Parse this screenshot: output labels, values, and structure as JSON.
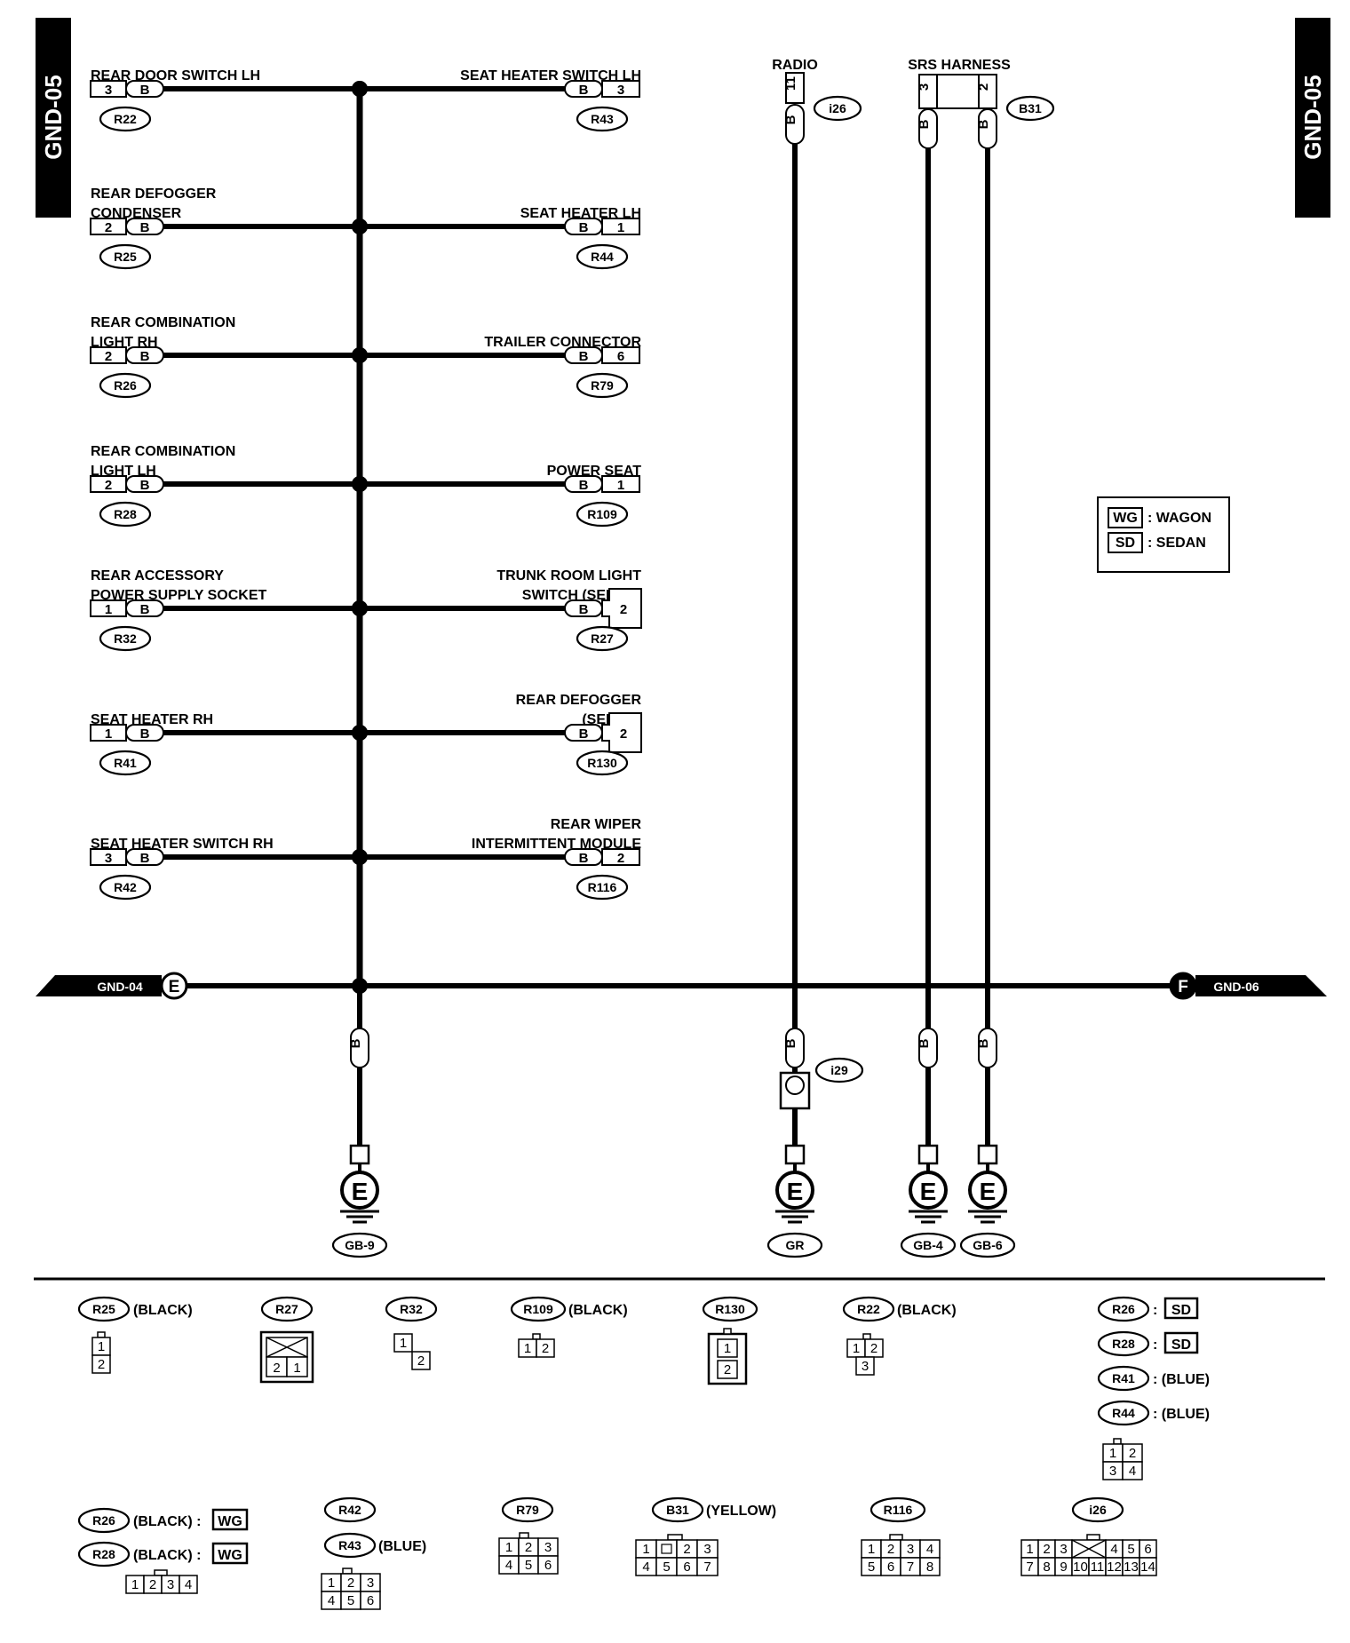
{
  "page": {
    "code": "GND-05",
    "color_wire": "B"
  },
  "bus_connections": {
    "gnd04": "GND-04",
    "gnd04_letter": "E",
    "gnd06": "GND-06",
    "gnd06_letter": "F"
  },
  "left_components": [
    {
      "name_lines": [
        "REAR DOOR SWITCH LH"
      ],
      "pin": "3",
      "wire": "B",
      "connector": "R22"
    },
    {
      "name_lines": [
        "REAR DEFOGGER",
        "CONDENSER"
      ],
      "pin": "2",
      "wire": "B",
      "connector": "R25"
    },
    {
      "name_lines": [
        "REAR COMBINATION",
        "LIGHT RH"
      ],
      "pin": "2",
      "wire": "B",
      "connector": "R26"
    },
    {
      "name_lines": [
        "REAR COMBINATION",
        "LIGHT LH"
      ],
      "pin": "2",
      "wire": "B",
      "connector": "R28"
    },
    {
      "name_lines": [
        "REAR ACCESSORY",
        "POWER SUPPLY SOCKET"
      ],
      "pin": "1",
      "wire": "B",
      "connector": "R32"
    },
    {
      "name_lines": [
        "SEAT HEATER RH"
      ],
      "pin": "1",
      "wire": "B",
      "connector": "R41"
    },
    {
      "name_lines": [
        "SEAT HEATER SWITCH RH"
      ],
      "pin": "3",
      "wire": "B",
      "connector": "R42"
    }
  ],
  "right_components": [
    {
      "name_lines": [
        "SEAT HEATER SWITCH LH"
      ],
      "pin": "3",
      "wire": "B",
      "connector": "R43"
    },
    {
      "name_lines": [
        "SEAT HEATER LH"
      ],
      "pin": "1",
      "wire": "B",
      "connector": "R44"
    },
    {
      "name_lines": [
        "TRAILER CONNECTOR"
      ],
      "pin": "6",
      "wire": "B",
      "connector": "R79"
    },
    {
      "name_lines": [
        "POWER SEAT"
      ],
      "pin": "1",
      "wire": "B",
      "connector": "R109"
    },
    {
      "name_lines": [
        "TRUNK ROOM LIGHT",
        "SWITCH (SEDAN)"
      ],
      "pin": "2",
      "wire": "B",
      "connector": "R27"
    },
    {
      "name_lines": [
        "REAR DEFOGGER",
        "(SEDAN)"
      ],
      "pin": "2",
      "wire": "B",
      "connector": "R130"
    },
    {
      "name_lines": [
        "REAR WIPER",
        "INTERMITTENT MODULE"
      ],
      "pin": "2",
      "wire": "B",
      "connector": "R116"
    }
  ],
  "top_components": {
    "radio": {
      "name": "RADIO",
      "pin": "11",
      "wire": "B",
      "connector": "i26"
    },
    "srs": {
      "name": "SRS HARNESS",
      "pins": [
        "3",
        "2"
      ],
      "wire": "B",
      "connector": "B31"
    }
  },
  "grounds": [
    {
      "wire": "B",
      "symbol": "E",
      "label": "GB-9"
    },
    {
      "wire": "B",
      "symbol": "E",
      "label": "GR",
      "inline_connector": "i29"
    },
    {
      "wire": "B",
      "symbol": "E",
      "label": "GB-4"
    },
    {
      "wire": "B",
      "symbol": "E",
      "label": "GB-6"
    }
  ],
  "legend": [
    {
      "code": "WG",
      "text": ": WAGON"
    },
    {
      "code": "SD",
      "text": ": SEDAN"
    }
  ],
  "connector_views": {
    "r25": {
      "id": "R25",
      "note": "(BLACK)",
      "pins": [
        "1",
        "2"
      ]
    },
    "r27": {
      "id": "R27",
      "pins": [
        "2",
        "1"
      ]
    },
    "r32": {
      "id": "R32",
      "pins": [
        "1",
        "2"
      ]
    },
    "r109": {
      "id": "R109",
      "note": "(BLACK)",
      "pins": [
        "1",
        "2"
      ]
    },
    "r130": {
      "id": "R130",
      "pins": [
        "1",
        "2"
      ]
    },
    "r22": {
      "id": "R22",
      "note": "(BLACK)",
      "pins": [
        "1",
        "2",
        "3"
      ]
    },
    "group_4pin": {
      "items": [
        {
          "id": "R26",
          "sep": ":",
          "note": "SD",
          "boxed": true
        },
        {
          "id": "R28",
          "sep": ":",
          "note": "SD",
          "boxed": true
        },
        {
          "id": "R41",
          "sep": ": (BLUE)",
          "note": "",
          "boxed": false
        },
        {
          "id": "R44",
          "sep": ": (BLUE)",
          "note": "",
          "boxed": false
        }
      ],
      "pins": [
        "1",
        "2",
        "3",
        "4"
      ]
    },
    "group_wg": {
      "items": [
        {
          "id": "R26",
          "note": "(BLACK) :",
          "tag": "WG"
        },
        {
          "id": "R28",
          "note": "(BLACK) :",
          "tag": "WG"
        }
      ],
      "pins": [
        "1",
        "2",
        "3",
        "4"
      ]
    },
    "group_6pin": {
      "ids": [
        "R42",
        "R43"
      ],
      "note": "(BLUE)",
      "pins": [
        "1",
        "2",
        "3",
        "4",
        "5",
        "6"
      ]
    },
    "r79": {
      "id": "R79",
      "pins": [
        "1",
        "2",
        "3",
        "4",
        "5",
        "6"
      ]
    },
    "b31": {
      "id": "B31",
      "note": "(YELLOW)",
      "pins": [
        "1",
        "2",
        "3",
        "4",
        "5",
        "6",
        "7"
      ]
    },
    "r116": {
      "id": "R116",
      "pins": [
        "1",
        "2",
        "3",
        "4",
        "5",
        "6",
        "7",
        "8"
      ]
    },
    "i26": {
      "id": "i26",
      "pins_top": [
        "1",
        "2",
        "3",
        "4",
        "5",
        "6"
      ],
      "pins_bottom": [
        "7",
        "8",
        "9",
        "10",
        "11",
        "12",
        "13",
        "14"
      ]
    }
  }
}
